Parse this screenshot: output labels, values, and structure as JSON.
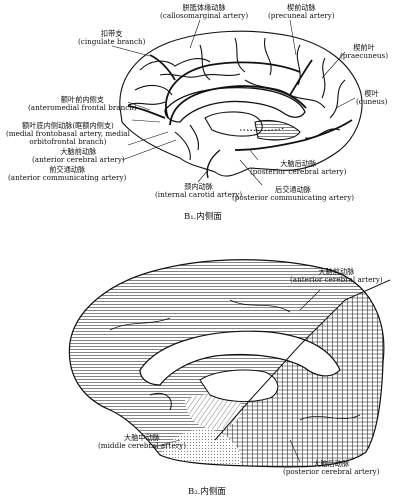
{
  "diagram_b1": {
    "caption": "B₁.内侧面",
    "labels": {
      "callosomarginal": {
        "cn": "胼胝体缘动脉",
        "en": "(callosomarginal artery)"
      },
      "precuneal": {
        "cn": "楔前动脉",
        "en": "(precuneal artery)"
      },
      "cingulate": {
        "cn": "扣带支",
        "en": "(cingulate branch)"
      },
      "precuneus": {
        "cn": "楔前叶",
        "en": "(praecuneus)"
      },
      "cuneus": {
        "cn": "楔叶",
        "en": "(cuneus)"
      },
      "anteromedial": {
        "cn": "额叶前内侧支",
        "en": "(anteromedial frontal branch)"
      },
      "frontobasal": {
        "cn": "额叶底内侧动脉(眶额内侧支)",
        "en1": "(medial frontobasal artery, medial",
        "en2": "orbitofrontal branch)"
      },
      "anterior_cerebral": {
        "cn": "大脑前动脉",
        "en": "(anterior cerebral artery)"
      },
      "anterior_communicating": {
        "cn": "前交通动脉",
        "en": "(anterior communicating artery)"
      },
      "posterior_cerebral": {
        "cn": "大脑后动脉",
        "en": "(posterior cerebral artery)"
      },
      "internal_carotid": {
        "cn": "颈内动脉",
        "en": "(internal carotid artery)"
      },
      "posterior_communicating": {
        "cn": "后交通动脉",
        "en": "(posterior communicating artery)"
      }
    }
  },
  "diagram_b2": {
    "caption": "B₂.内侧面",
    "labels": {
      "anterior_cerebral": {
        "cn": "大脑前动脉",
        "en": "(anterior cerebral artery)"
      },
      "middle_cerebral": {
        "cn": "大脑中动脉",
        "en": "(middle cerebral artery)"
      },
      "posterior_cerebral": {
        "cn": "大脑后动脉",
        "en": "(posterior cerebral artery)"
      }
    }
  }
}
